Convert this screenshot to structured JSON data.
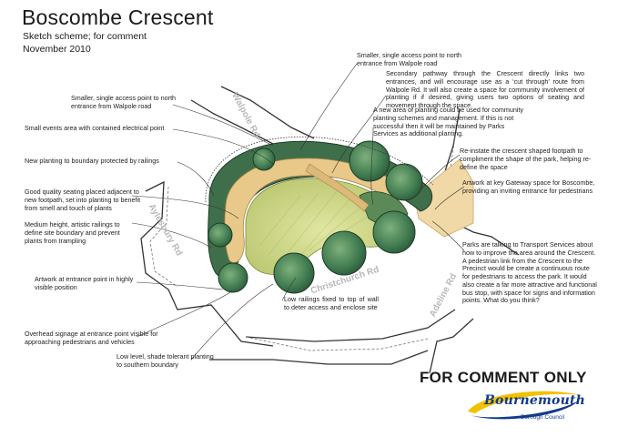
{
  "header": {
    "title": "Boscombe Crescent",
    "subtitle": "Sketch scheme; for comment",
    "date": "November 2010"
  },
  "annotations": {
    "north_entrance_right": "Smaller, single access point to north entrance from Walpole road",
    "secondary_pathway": "Secondary pathway through the Crescent directly links two entrances, and will encourage use as a ‘cut through’ route from Walpole Rd. It will also create a space for community involvement of planting if if desired, giving users two options of seating and movement through the space.",
    "north_entrance_left": "Smaller, single access point to north entrance from Walpole road",
    "new_planting_area": "A new area of planting could be used for community planting schemes and management. If this is not successful then it will be maintained by Parks Services as additional planting.",
    "events_area": "Small events area with contained electrical point",
    "reinstate_footpath": "Re-instate the crescent shaped footpath to compliment the shape of the park, helping re-define the space",
    "boundary_planting": "New planting to boundary protected by railings",
    "gateway_artwork": "Artwork at key Gateway space for Boscombe, providing an inviting entrance for pedestrians",
    "seating": "Good quality seating placed adjacent to new footpath, set into planting to benefit from smell and touch of plants",
    "railings": "Medium height, artistic railings to define site boundary and prevent plants from trampling",
    "transport": "Parks are talking to Transport Services about how to improve the area around the Crescent. A pedestrian link from the Crescent to the Precinct would be create a continuous route for pedestrians to access the park. It would also create a far more attractive and functional bus stop, with space for signs and information points. What do you think?",
    "entrance_artwork": "Artwork at entrance point in highly visible position",
    "low_railings": "Low railings fixed to top of wall to deter access and enclose site",
    "overhead_signage": "Overhead signage at entrance point visible for approaching pedestrians and vehicles",
    "shade_planting": "Low level, shade tolerant planting to southern boundary"
  },
  "roads": {
    "walpole": "Walpole Rd",
    "aylesbury": "Aylesbury Rd",
    "christchurch": "Christchurch Rd",
    "adeline": "Adeline Rd"
  },
  "footer": {
    "for_comment": "FOR COMMENT ONLY",
    "logo_text": "Bournemouth",
    "logo_sub": "Borough Council"
  },
  "colors": {
    "lawn": "#cfd68a",
    "planting_dark": "#3f6f4a",
    "path": "#e8c98a",
    "tree_canopy": "#4d8a58",
    "logo_blue": "#12398c",
    "logo_yellow": "#f2c100"
  },
  "icons": [
    "tree-icon",
    "bournemouth-logo-swoosh-icon"
  ]
}
